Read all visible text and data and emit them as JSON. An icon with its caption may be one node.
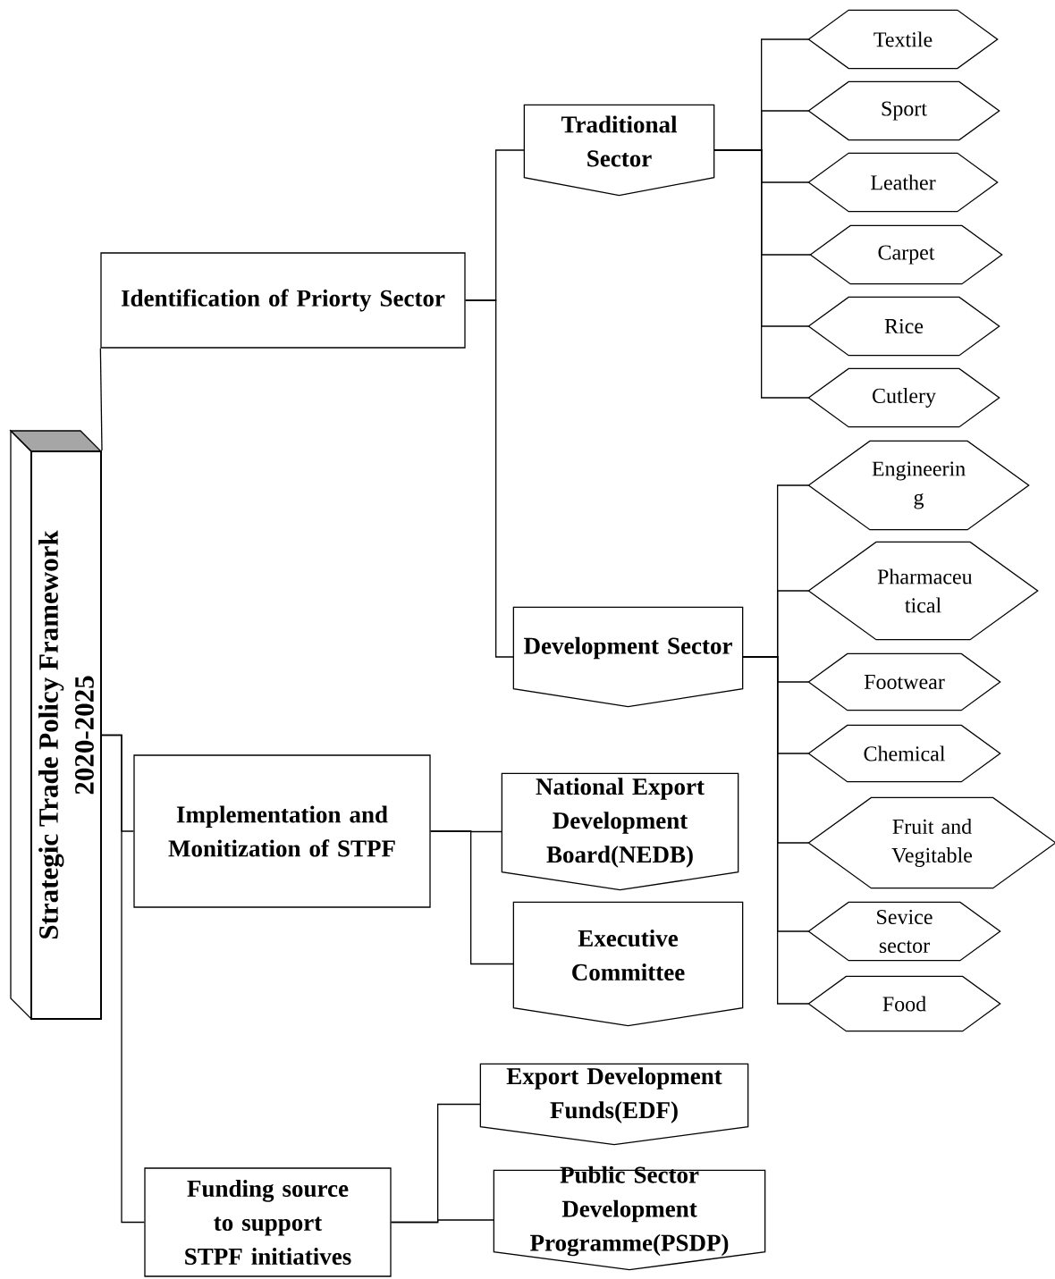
{
  "diagram": {
    "nodes": [
      {
        "text": [
          "Strategic Trade Policy Framework 2020-2025"
        ]
      },
      {
        "text": [
          "Identification of Priorty Sector"
        ]
      },
      {
        "text": [
          "Traditional Sector"
        ]
      },
      {
        "text": [
          "Textile"
        ]
      },
      {
        "text": [
          "Sport"
        ]
      },
      {
        "text": [
          "Leather"
        ]
      },
      {
        "text": [
          "Carpet"
        ]
      },
      {
        "text": [
          "Rice"
        ]
      },
      {
        "text": [
          "Cutlery"
        ]
      },
      {
        "text": [
          "Development Sector"
        ]
      },
      {
        "text": [
          "Engineerin g"
        ]
      },
      {
        "text": [
          "Pharmaceu tical"
        ]
      },
      {
        "text": [
          "Footwear"
        ]
      },
      {
        "text": [
          "Chemical"
        ]
      },
      {
        "text": [
          "Fruit and Vegitable"
        ]
      },
      {
        "text": [
          "Sevice sector"
        ]
      },
      {
        "text": [
          "Food"
        ]
      },
      {
        "text": [
          "Implementation and Monitization of STPF"
        ]
      },
      {
        "text": [
          "National Export Development Board(NEDB)"
        ]
      },
      {
        "text": [
          "Executive Committee"
        ]
      },
      {
        "text": [
          "Funding source to support STPF initiatives"
        ]
      },
      {
        "text": [
          "Export Development Funds(EDF)"
        ]
      },
      {
        "text": [
          "Public Sector Development Programme(PSDP)"
        ]
      }
    ],
    "edges": [
      {
        "from": 0,
        "to": 1,
        "arrow": "none"
      },
      {
        "from": 1,
        "to": 2,
        "arrow": "none"
      },
      {
        "from": 1,
        "to": 9,
        "arrow": "none"
      },
      {
        "from": 2,
        "to": 3,
        "arrow": "none"
      },
      {
        "from": 2,
        "to": 4,
        "arrow": "none"
      },
      {
        "from": 2,
        "to": 5,
        "arrow": "none"
      },
      {
        "from": 2,
        "to": 6,
        "arrow": "none"
      },
      {
        "from": 2,
        "to": 7,
        "arrow": "none"
      },
      {
        "from": 2,
        "to": 8,
        "arrow": "none"
      },
      {
        "from": 9,
        "to": 10,
        "arrow": "none"
      },
      {
        "from": 9,
        "to": 11,
        "arrow": "none"
      },
      {
        "from": 9,
        "to": 12,
        "arrow": "none"
      },
      {
        "from": 9,
        "to": 13,
        "arrow": "none"
      },
      {
        "from": 9,
        "to": 14,
        "arrow": "none"
      },
      {
        "from": 9,
        "to": 15,
        "arrow": "none"
      },
      {
        "from": 9,
        "to": 16,
        "arrow": "none"
      },
      {
        "from": 0,
        "to": 17,
        "arrow": "none"
      },
      {
        "from": 17,
        "to": 18,
        "arrow": "none"
      },
      {
        "from": 17,
        "to": 19,
        "arrow": "none"
      },
      {
        "from": 0,
        "to": 20,
        "arrow": "none"
      },
      {
        "from": 20,
        "to": 21,
        "arrow": "none"
      },
      {
        "from": 20,
        "to": 22,
        "arrow": "none"
      }
    ]
  }
}
